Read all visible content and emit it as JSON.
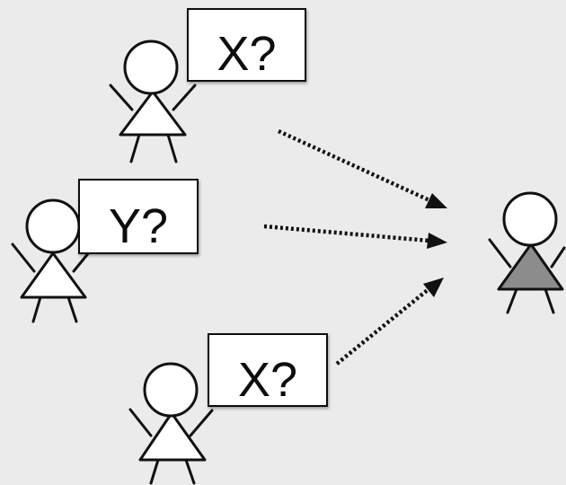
{
  "colors": {
    "background": "#ebebeb",
    "ink": "#111111",
    "asker_body": "#ffffff",
    "target_body": "#8c8c8c"
  },
  "askers": [
    {
      "question": "X?"
    },
    {
      "question": "Y?"
    },
    {
      "question": "X?"
    }
  ],
  "target": {
    "body_color": "#8c8c8c"
  }
}
